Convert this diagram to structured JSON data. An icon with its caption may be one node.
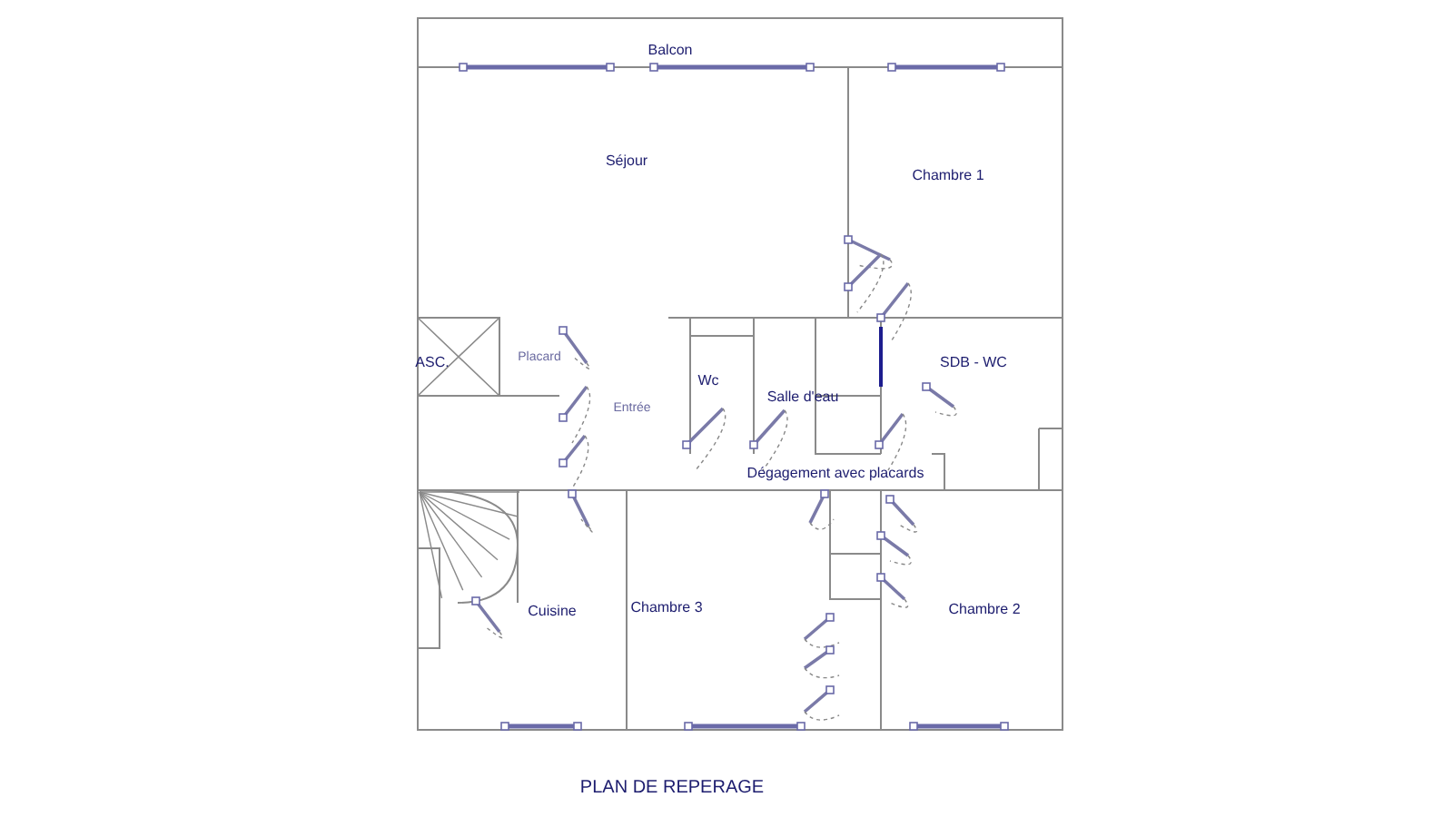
{
  "diagram": {
    "caption": "PLAN DE REPERAGE",
    "labels": [
      "Balcon",
      "Séjour",
      "Chambre 1",
      "ASC.",
      "Placard",
      "Entrée",
      "Wc",
      "Salle d'eau",
      "SDB - WC",
      "Dégagement avec placards",
      "Cuisine",
      "Chambre 3",
      "Chambre 2"
    ]
  }
}
